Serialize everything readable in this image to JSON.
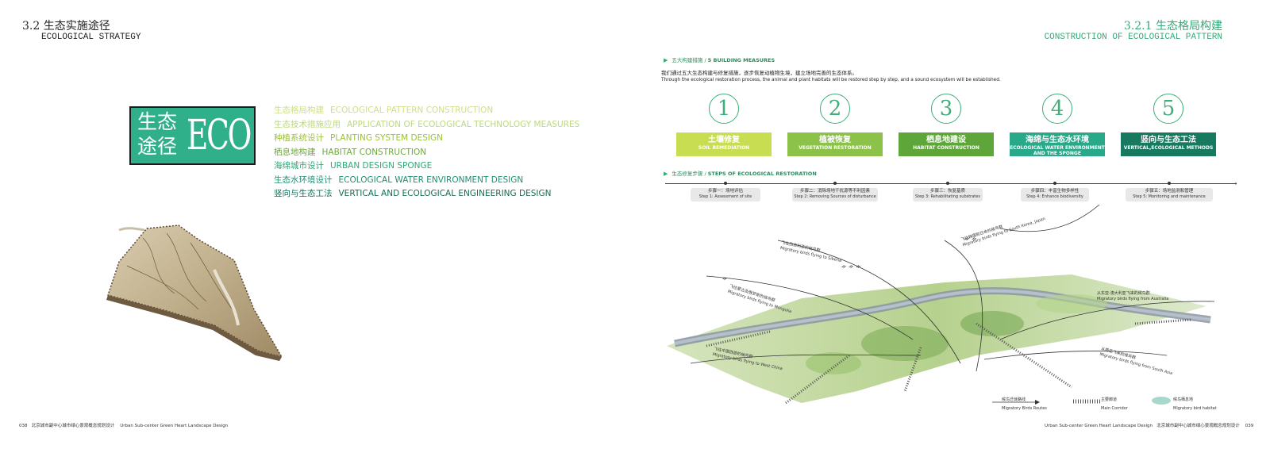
{
  "left_page": {
    "title_cn": "3.2 生态实施途径",
    "title_en": "ECOLOGICAL STRATEGY",
    "eco_block": {
      "cn_line1": "生态",
      "cn_line2": "途径",
      "en": "ECO"
    },
    "strategy_list": [
      {
        "cn": "生态格局构建",
        "en": "ECOLOGICAL PATTERN CONSTRUCTION",
        "color": "#cde08a"
      },
      {
        "cn": "生态技术措施应用",
        "en": "APPLICATION OF ECOLOGICAL TECHNOLOGY MEASURES",
        "color": "#bcd97e"
      },
      {
        "cn": "种植系统设计",
        "en": "PLANTING SYSTEM DESIGN",
        "color": "#9cc23a"
      },
      {
        "cn": "栖息地构建",
        "en": "HABITAT CONSTRUCTION",
        "color": "#6fa83a"
      },
      {
        "cn": "海绵城市设计",
        "en": "URBAN DESIGN SPONGE",
        "color": "#2fa878"
      },
      {
        "cn": "生态水环境设计",
        "en": "ECOLOGICAL WATER ENVIRONMENT DESIGN",
        "color": "#1f8f72"
      },
      {
        "cn": "竖向与生态工法",
        "en": "VERTICAL AND ECOLOGICAL ENGINEERING DESIGN",
        "color": "#176b55"
      }
    ],
    "footer": {
      "page": "038",
      "cn": "北京城市副中心城市绿心景观概念规划设计",
      "en": "Urban Sub-center Green Heart Landscape Design"
    }
  },
  "right_page": {
    "title_cn": "3.2.1 生态格局构建",
    "title_en": "CONSTRUCTION OF ECOLOGICAL PATTERN",
    "section1": {
      "cn": "五大构建措施",
      "en": "5 BUILDING MEASURES"
    },
    "description_cn": "我们通过五大生态构建与修复措施，逐步恢复动植物生境，建立场地完善的生态体系。",
    "description_en": "Through the ecological restoration process, the animal and plant habitats will be restored step by step, and a sound ecosystem will be established.",
    "measures": [
      {
        "num": "1",
        "cn": "土壤修复",
        "en": "SOIL REMEDIATION",
        "color": "#c9dd52"
      },
      {
        "num": "2",
        "cn": "植被恢复",
        "en": "VEGETATION RESTORATION",
        "color": "#8cc24a"
      },
      {
        "num": "3",
        "cn": "栖息地建设",
        "en": "HABITAT CONSTRUCTION",
        "color": "#5fa63a"
      },
      {
        "num": "4",
        "cn": "海绵与生态水环境",
        "en": "ECOLOGICAL WATER ENVIRONMENT AND THE SPONGE CITYENVIRONMENT",
        "color": "#2aa88a"
      },
      {
        "num": "5",
        "cn": "竖向与生态工法",
        "en": "VERTICAL,ECOLOGICAL METHODS",
        "color": "#177a60"
      }
    ],
    "section2": {
      "cn": "生态修复步骤",
      "en": "STEPS OF ECOLOGICAL RESTORATION"
    },
    "steps": [
      {
        "cn": "步骤一：场地评估",
        "en": "Step 1: Assessment of site"
      },
      {
        "cn": "步骤二：消除场地干扰源等不利因素",
        "en": "Step 2: Removing Sources of disturbance"
      },
      {
        "cn": "步骤三：恢复基质",
        "en": "Step 3: Rehabilitating substrates"
      },
      {
        "cn": "步骤四：丰富生物多样性",
        "en": "Step 4: Enhance biodiversity"
      },
      {
        "cn": "步骤五：场地监测和管理",
        "en": "Step 5: Monitoring and maintenance"
      }
    ],
    "bird_labels": [
      {
        "cn": "飞往韩国和日本的候鸟群",
        "en": "Migratory birds flying to South Korea, Japan"
      },
      {
        "cn": "飞往西伯利亚的候鸟群",
        "en": "Migratory birds flying to Siberia"
      },
      {
        "cn": "飞往蒙古及俄罗斯的候鸟群",
        "en": "Migratory birds flying to Mongolia"
      },
      {
        "cn": "从东亚-澳大利亚飞来的候鸟群",
        "en": "Migratory birds flying from Australia"
      },
      {
        "cn": "从南亚飞来的候鸟群",
        "en": "Migratory birds flying from South Asia"
      },
      {
        "cn": "飞往中国西部的候鸟群",
        "en": "Migratory birds flying to West China"
      }
    ],
    "legend": [
      {
        "cn": "候鸟迁徙路线",
        "en": "Migratory Birds Routes"
      },
      {
        "cn": "主要廊道",
        "en": "Main Corridor"
      },
      {
        "cn": "候鸟栖息地",
        "en": "Migratory bird habitat"
      }
    ],
    "footer": {
      "page": "039",
      "cn": "北京城市副中心城市绿心景观概念规划设计",
      "en": "Urban Sub-center Green Heart Landscape Design"
    }
  }
}
